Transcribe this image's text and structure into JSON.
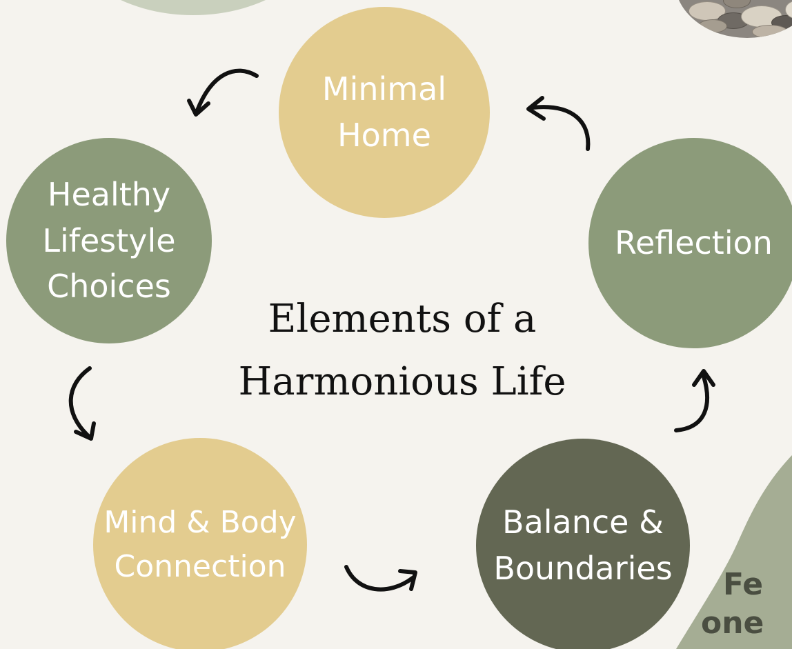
{
  "title": {
    "line1": "Elements of a",
    "line2": "Harmonious Life"
  },
  "nodes": {
    "minimal_home": {
      "line1": "Minimal",
      "line2": "Home",
      "color": "#e3cc8f"
    },
    "healthy_lifestyle": {
      "line1": "Healthy",
      "line2": "Lifestyle",
      "line3": "Choices",
      "color": "#8c9b7a"
    },
    "reflection": {
      "line1": "Reflection",
      "color": "#8c9b7a"
    },
    "balance_boundaries": {
      "line1": "Balance &",
      "line2": "Boundaries",
      "color": "#636753"
    },
    "mind_body": {
      "line1": "Mind & Body",
      "line2": "Connection",
      "color": "#e3cc8f"
    }
  },
  "corner_caption": {
    "line1": "Fe",
    "line2": "one"
  },
  "colors": {
    "background": "#f5f3ee",
    "text_dark": "#111111",
    "arrow": "#111111"
  },
  "icons": [
    "curved-arrow-icon"
  ]
}
